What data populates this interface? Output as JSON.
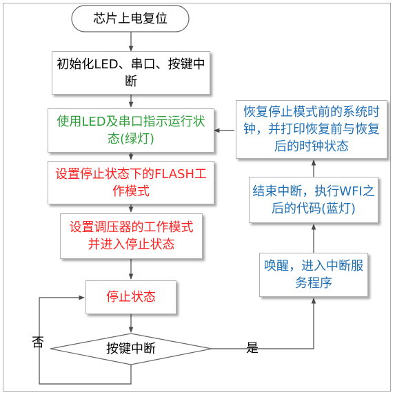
{
  "nodes": {
    "start": "芯片上电复位",
    "init": "初始化LED、串口、按键中断",
    "indicate": "使用LED及串口指示运行状态(绿灯)",
    "flash_mode": "设置停止状态下的FLASH工作模式",
    "regulator": "设置调压器的工作模式并进入停止状态",
    "stop_state": "停止状态",
    "key_interrupt": "按键中断",
    "wakeup": "唤醒，进入中断服务程序",
    "end_interrupt": "结束中断，执行WFI之后的代码(蓝灯)",
    "restore_clock": "恢复停止模式前的系统时钟，并打印恢复前与恢复后的时钟状态"
  },
  "branches": {
    "yes": "是",
    "no": "否"
  },
  "colors": {
    "green_text": "#2e9e3a",
    "red_text": "#ff2020",
    "blue_text": "#1f6fb5",
    "black_text": "#000000",
    "line": "#4a4a4a"
  }
}
